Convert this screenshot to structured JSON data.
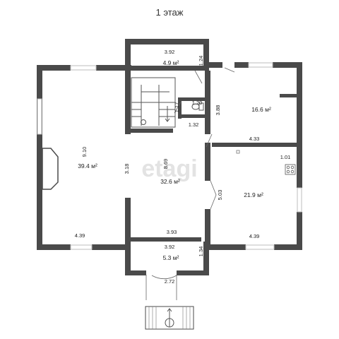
{
  "title": "1 этаж",
  "watermark": "etagi",
  "rooms": {
    "top_small": {
      "dim": "3.92",
      "area": "4.9 м²",
      "side": "1.24"
    },
    "top_right": {
      "area": "16.6 м²",
      "side": "3.88",
      "bottom": "4.33"
    },
    "left_big": {
      "side": "9.10",
      "area": "39.4 м²",
      "bottom": "4.39"
    },
    "center_hall": {
      "side_a": "3.18",
      "side_b": "8.69",
      "area": "32.6 м²",
      "bottom": "3.93"
    },
    "wc": {
      "top": "1.20",
      "side": "1.17",
      "bottom": "1.32"
    },
    "kitchen": {
      "top": "1.01",
      "side": "5.03",
      "area": "21.9 м²",
      "bottom": "4.39"
    },
    "vestibule": {
      "top": "3.92",
      "area": "5.3 м²",
      "side": "1.34",
      "bottom": "2.72"
    }
  },
  "colors": {
    "wall": "#4a4a4a",
    "window": "#bdbdbd",
    "text": "#222222"
  }
}
